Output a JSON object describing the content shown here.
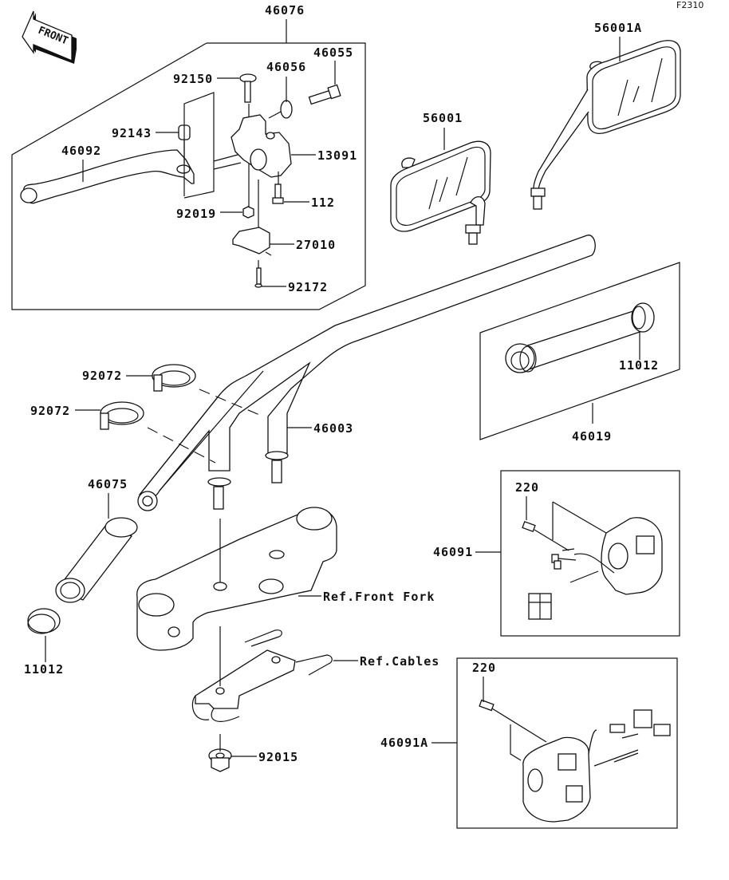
{
  "figure_code": "F2310",
  "front_label": "FRONT",
  "labels": {
    "p46076": "46076",
    "p46055": "46055",
    "p46056": "46056",
    "p92150": "92150",
    "p92143": "92143",
    "p46092": "46092",
    "p13091": "13091",
    "p112": "112",
    "p92019": "92019",
    "p27010": "27010",
    "p92172": "92172",
    "p56001A": "56001A",
    "p56001": "56001",
    "p11012_right": "11012",
    "p46019": "46019",
    "p92072_a": "92072",
    "p92072_b": "92072",
    "p46003": "46003",
    "p46075": "46075",
    "p11012_left": "11012",
    "ref_front_fork": "Ref.Front Fork",
    "ref_cables": "Ref.Cables",
    "p92015": "92015",
    "p220_a": "220",
    "p46091": "46091",
    "p220_b": "220",
    "p46091A": "46091A"
  }
}
